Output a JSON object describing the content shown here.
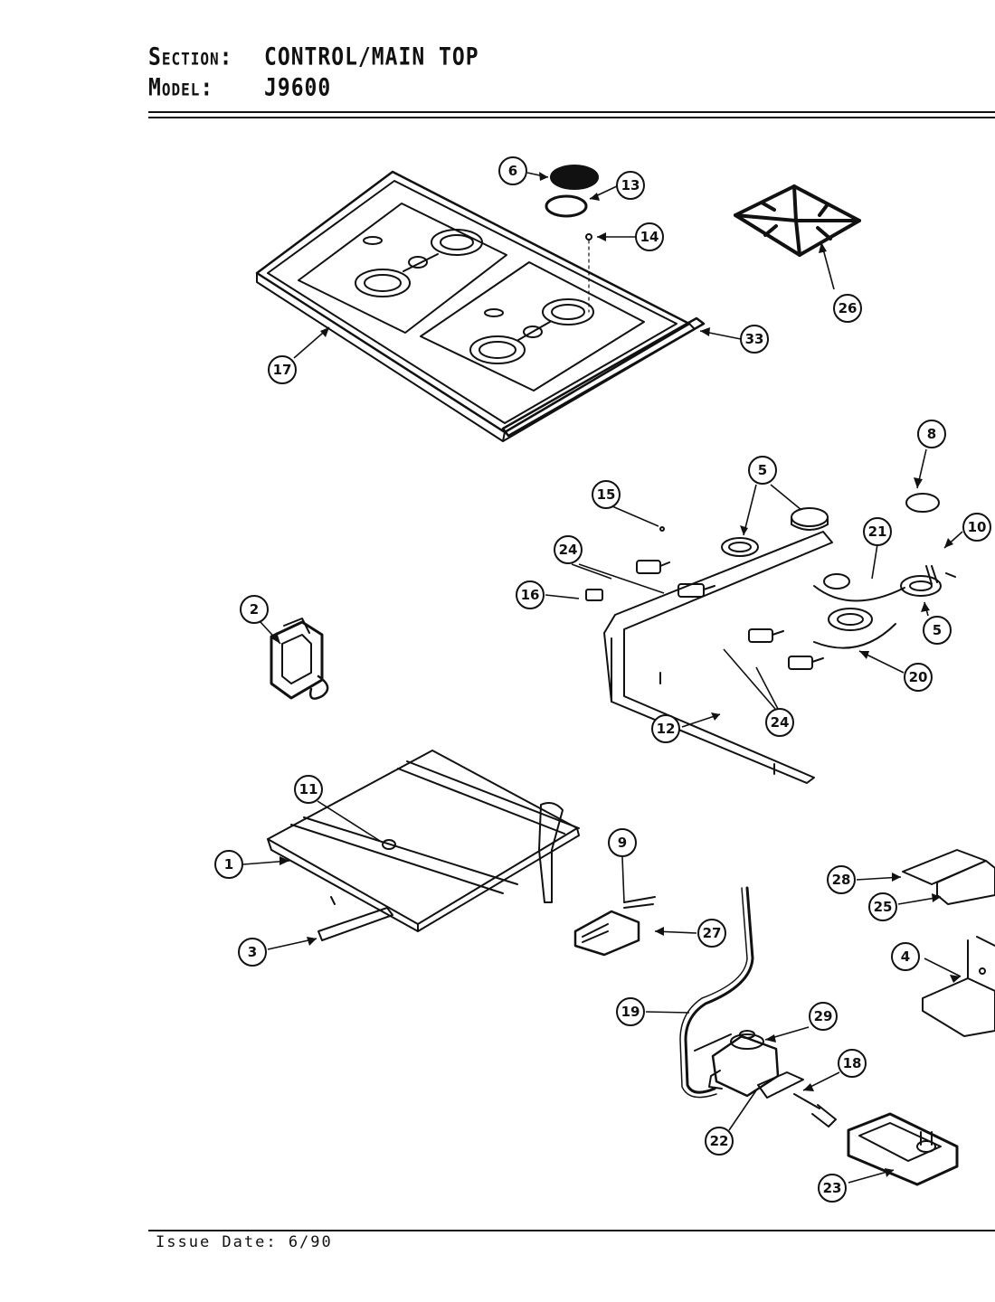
{
  "header": {
    "section_label": "Section:",
    "section_value": "CONTROL/MAIN TOP",
    "model_label": "Model:",
    "model_value": "J9600"
  },
  "footer": {
    "issue_date": "Issue Date: 6/90"
  },
  "callouts": [
    "1",
    "2",
    "3",
    "4",
    "5",
    "6",
    "8",
    "9",
    "10",
    "11",
    "12",
    "13",
    "14",
    "15",
    "16",
    "17",
    "18",
    "19",
    "20",
    "21",
    "22",
    "23",
    "24",
    "25",
    "26",
    "27",
    "28",
    "29",
    "33"
  ]
}
